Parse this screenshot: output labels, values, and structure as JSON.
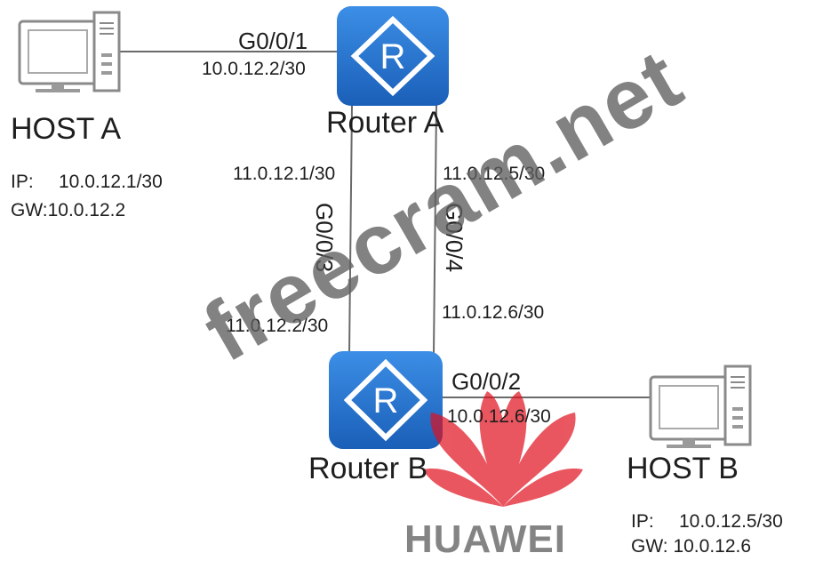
{
  "hostA": {
    "name": "HOST A",
    "ip_label": "IP:",
    "ip": "10.0.12.1/30",
    "gw": "GW:10.0.12.2"
  },
  "hostB": {
    "name": "HOST B",
    "ip_label": "IP:",
    "ip": "10.0.12.5/30",
    "gw": "GW: 10.0.12.6"
  },
  "routerA": {
    "name": "Router A",
    "glyph": "R"
  },
  "routerB": {
    "name": "Router B",
    "glyph": "R"
  },
  "links": {
    "hostA_routerA": {
      "interface": "G0/0/1",
      "ip": "10.0.12.2/30"
    },
    "left": {
      "interface": "G0/0/3",
      "ip_top": "11.0.12.1/30",
      "ip_bottom": "11.0.12.2/30"
    },
    "right": {
      "interface": "G0/0/4",
      "ip_top": "11.0.12.5/30",
      "ip_bottom": "11.0.12.6/30"
    },
    "routerB_hostB": {
      "interface": "G0/0/2",
      "ip": "10.0.12.6/30"
    }
  },
  "watermark": "freecram.net",
  "logo_text": "HUAWEI",
  "colors": {
    "router": "#1f6fc9",
    "logo": "#e0101e",
    "line": "#6a6a6a"
  }
}
